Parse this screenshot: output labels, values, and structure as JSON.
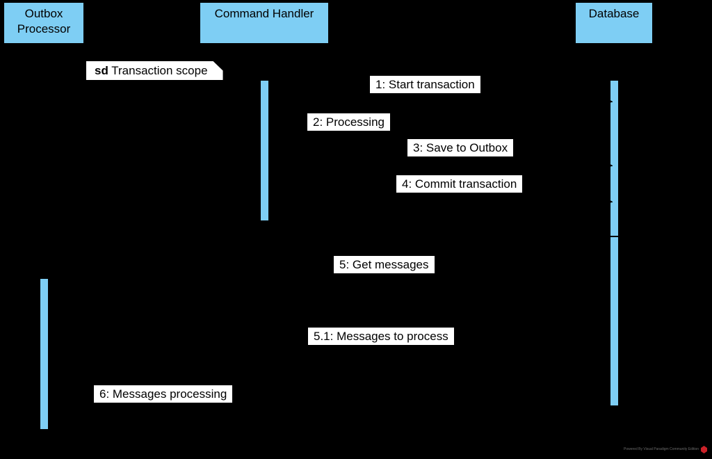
{
  "diagram": {
    "type": "uml-sequence-diagram",
    "background_color": "#000000",
    "participant_fill": "#7ECEF4",
    "label_fill": "#FFFFFF",
    "line_color": "#000000"
  },
  "participants": [
    {
      "id": "outbox",
      "label": "Outbox\nProcessor",
      "line1": "Outbox",
      "line2": "Processor"
    },
    {
      "id": "handler",
      "label": "Command Handler",
      "line1": "Command Handler",
      "line2": ""
    },
    {
      "id": "database",
      "label": "Database",
      "line1": "Database",
      "line2": ""
    }
  ],
  "fragment": {
    "keyword": "sd",
    "name": "Transaction scope",
    "full_label": "sd Transaction scope"
  },
  "messages": [
    {
      "number": "1",
      "text": "1: Start transaction"
    },
    {
      "number": "2",
      "text": "2: Processing"
    },
    {
      "number": "3",
      "text": "3: Save to Outbox"
    },
    {
      "number": "4",
      "text": "4: Commit transaction"
    },
    {
      "number": "5",
      "text": "5: Get messages"
    },
    {
      "number": "5.1",
      "text": "5.1: Messages to process"
    },
    {
      "number": "6",
      "text": "6: Messages processing"
    }
  ],
  "watermark": {
    "text": "Powered By Visual Paradigm Community Edition",
    "mark_color": "#cc2229"
  }
}
